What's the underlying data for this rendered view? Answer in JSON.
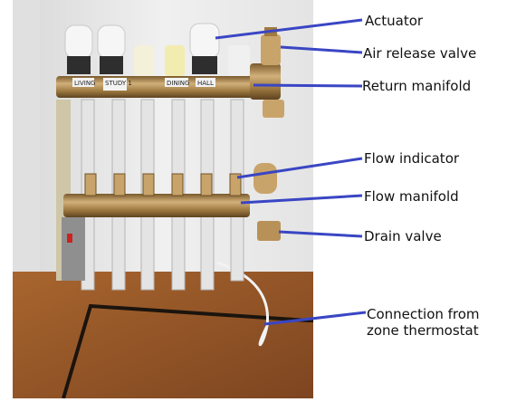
{
  "labels": {
    "actuator": "Actuator",
    "air_release_valve": "Air release valve",
    "return_manifold": "Return manifold",
    "flow_indicator": "Flow indicator",
    "flow_manifold": "Flow manifold",
    "drain_valve": "Drain valve",
    "connection_line1": "Connection from",
    "connection_line2": "zone thermostat"
  },
  "pipe_tags": {
    "tag1": "LIVING",
    "tag2": "STUDY 1",
    "tag3": "DINING",
    "tag4": "HALL"
  },
  "colors": {
    "leader_line": "#3a46c4",
    "wall": "#ebebeb",
    "floor": "#9a5a2a",
    "brass": "#b8935a",
    "pipe": "#e6e6e6"
  }
}
